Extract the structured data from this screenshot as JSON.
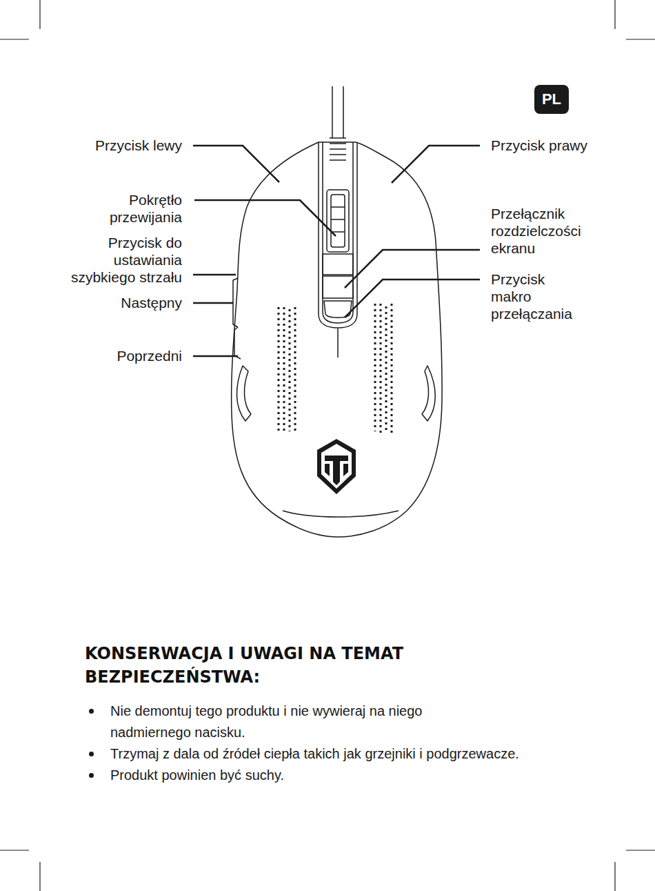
{
  "diagram": {
    "title": "KONSERWACJA I UWAGI NA TEMAT BEZPIECZEŃSTWA:",
    "labels": [
      "PL",
      "Przycisk lewy",
      "Pokrętło przewijania",
      "Przycisk do ustawiania szybkiego strzału",
      "Następny",
      "Poprzedni",
      "Przycisk prawy",
      "Przełącznik rozdzielczości ekranu",
      "Przycisk makro przełączania",
      "Nie demontuj tego produktu i nie wywieraj na niego nadmiernego nacisku.",
      "Trzymaj z dala od źródeł ciepła takich jak grzejniki i podgrzewacze.",
      "Produkt powinien być suchy."
    ]
  }
}
